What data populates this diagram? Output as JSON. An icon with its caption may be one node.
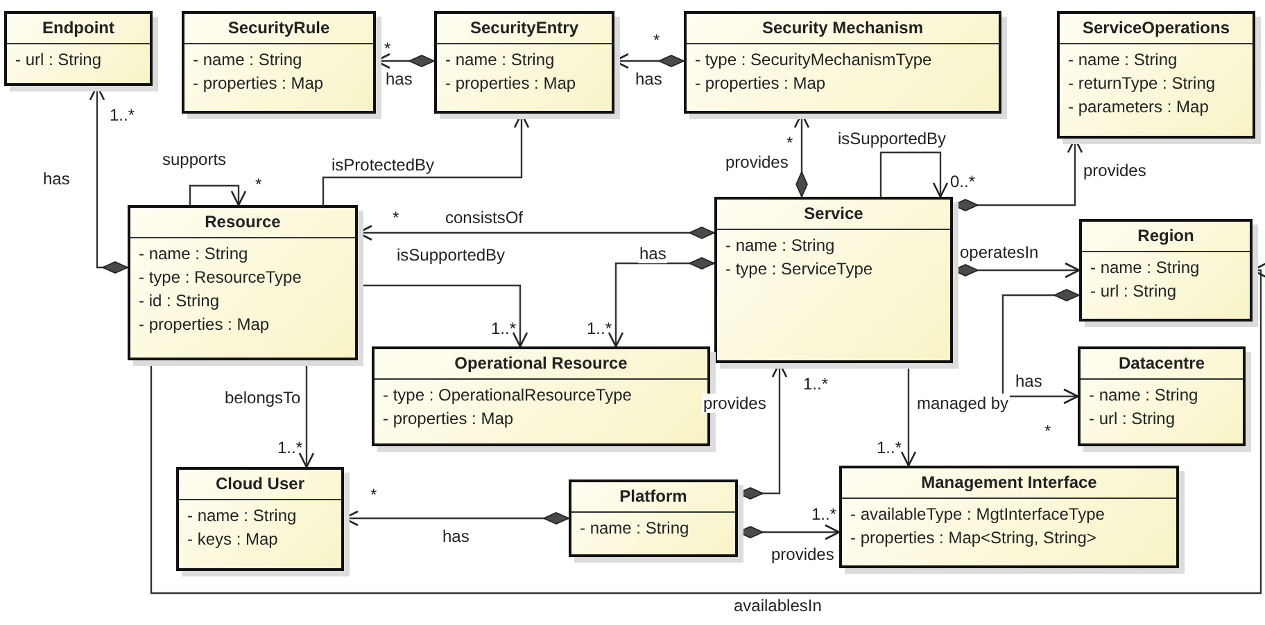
{
  "diagram": {
    "nodes": [
      {
        "text": [
          "Endpoint",
          "- url : String"
        ]
      },
      {
        "text": [
          "SecurityRule",
          "- name : String",
          "- properties : Map"
        ]
      },
      {
        "text": [
          "SecurityEntry",
          "- name : String",
          "- properties : Map"
        ]
      },
      {
        "text": [
          "Security Mechanism",
          "- type : SecurityMechanismType",
          "- properties : Map"
        ]
      },
      {
        "text": [
          "ServiceOperations",
          "- name : String",
          "- returnType : String",
          "- parameters : Map"
        ]
      },
      {
        "text": [
          "Resource",
          "- name : String",
          "- type : ResourceType",
          "- id : String",
          "- properties : Map"
        ]
      },
      {
        "text": [
          "Service",
          "- name : String",
          "- type : ServiceType"
        ]
      },
      {
        "text": [
          "Region",
          "- name : String",
          "- url : String"
        ]
      },
      {
        "text": [
          "Operational Resource",
          "- type : OperationalResourceType",
          "- properties : Map"
        ]
      },
      {
        "text": [
          "Datacentre",
          "- name : String",
          "- url : String"
        ]
      },
      {
        "text": [
          "Cloud User",
          "- name : String",
          "- keys : Map"
        ]
      },
      {
        "text": [
          "Platform",
          "- name : String"
        ]
      },
      {
        "text": [
          "Management Interface",
          "- availableType : MgtInterfaceType",
          "- properties : Map<String, String>"
        ]
      }
    ],
    "edges": [
      {
        "from": 5,
        "to": 0,
        "arrow": "to",
        "label": "has"
      },
      {
        "from": 2,
        "to": 1,
        "arrow": "to",
        "label": "has"
      },
      {
        "from": 3,
        "to": 2,
        "arrow": "to",
        "label": "has"
      },
      {
        "from": 5,
        "to": 5,
        "arrow": "to",
        "label": "supports"
      },
      {
        "from": 5,
        "to": 2,
        "arrow": "to",
        "label": "isProtectedBy"
      },
      {
        "from": 6,
        "to": 5,
        "arrow": "to",
        "label": "consistsOf"
      },
      {
        "from": 5,
        "to": 8,
        "arrow": "to",
        "label": "isSupportedBy"
      },
      {
        "from": 6,
        "to": 8,
        "arrow": "to",
        "label": "has"
      },
      {
        "from": 6,
        "to": 3,
        "arrow": "to",
        "label": "provides"
      },
      {
        "from": 6,
        "to": 6,
        "arrow": "to",
        "label": "isSupportedBy"
      },
      {
        "from": 6,
        "to": 4,
        "arrow": "to",
        "label": "provides"
      },
      {
        "from": 6,
        "to": 7,
        "arrow": "to",
        "label": "operatesIn"
      },
      {
        "from": 7,
        "to": 9,
        "arrow": "to",
        "label": "has"
      },
      {
        "from": 6,
        "to": 12,
        "arrow": "to",
        "label": "managed by"
      },
      {
        "from": 11,
        "to": 6,
        "arrow": "to",
        "label": "provides"
      },
      {
        "from": 11,
        "to": 12,
        "arrow": "to",
        "label": "provides"
      },
      {
        "from": 11,
        "to": 10,
        "arrow": "to",
        "label": "has"
      },
      {
        "from": 5,
        "to": 10,
        "arrow": "to",
        "label": "belongsTo"
      },
      {
        "from": 5,
        "to": 7,
        "arrow": "to",
        "label": "availablesIn"
      }
    ],
    "labels": [
      "*",
      "*",
      "1..*",
      "*",
      "0..*",
      "*",
      "*",
      "1..*",
      "1..*",
      "1..*",
      "*",
      "1..*",
      "1..*",
      "*",
      "1..*"
    ]
  }
}
